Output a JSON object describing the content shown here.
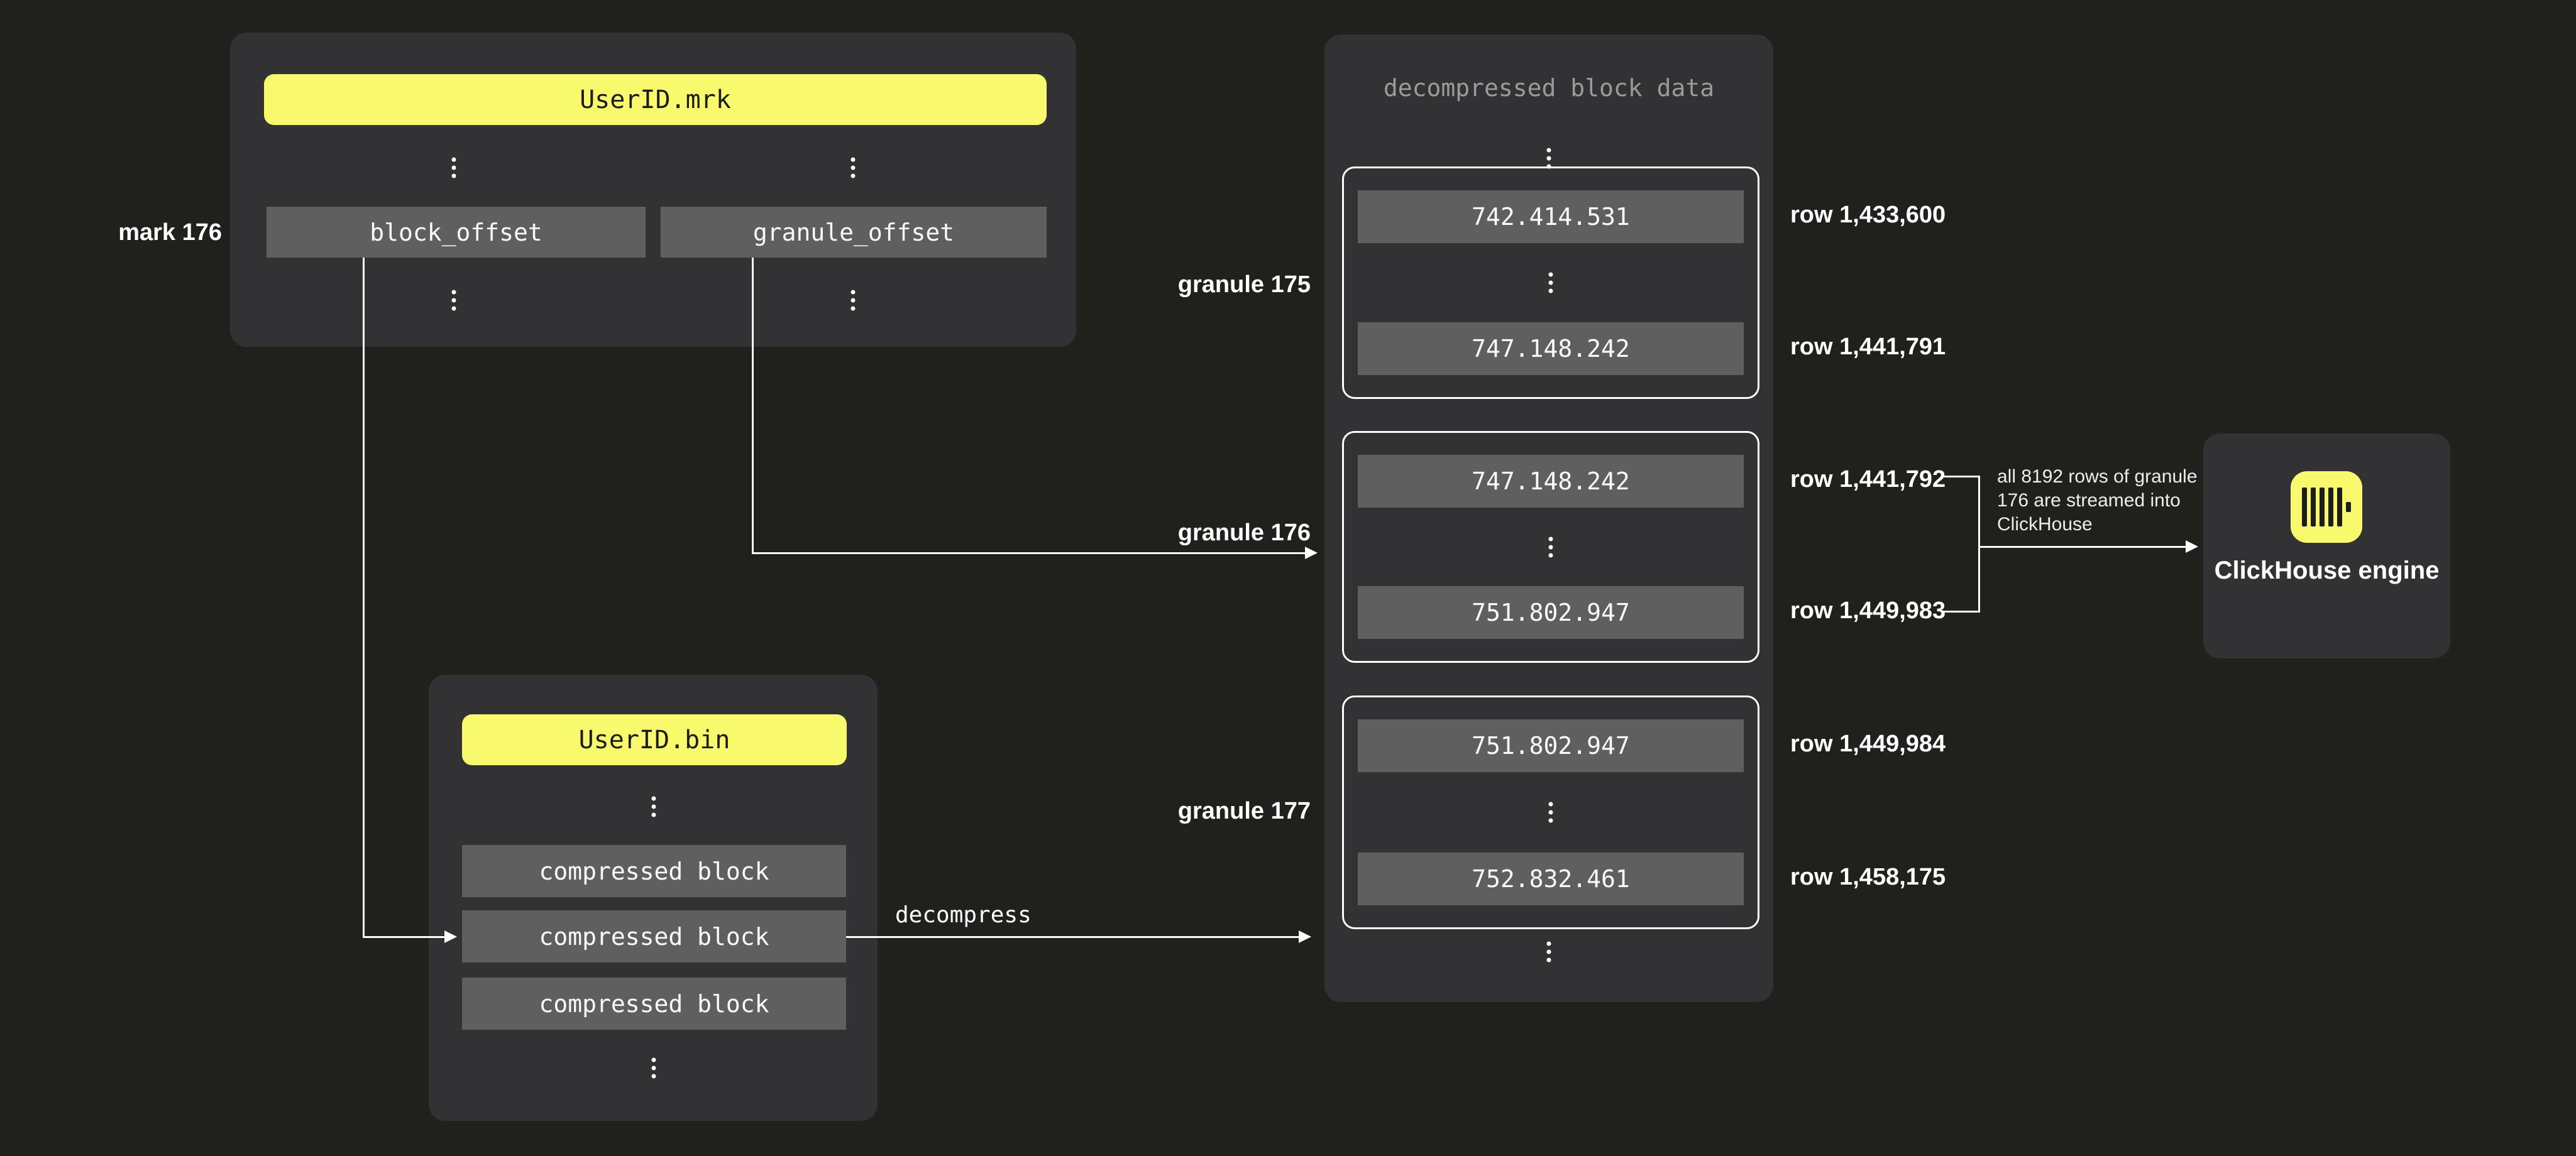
{
  "colors": {
    "canvas": "#20201c",
    "panel": "#323234",
    "cell": "#5f5f5f",
    "accent_yellow": "#f8f96d",
    "muted": "#9b9b9b"
  },
  "mrk_file": {
    "title": "UserID.mrk",
    "mark_label": "mark 176",
    "fields": [
      "block_offset",
      "granule_offset"
    ]
  },
  "bin_file": {
    "title": "UserID.bin",
    "blocks": [
      "compressed block",
      "compressed block",
      "compressed block"
    ],
    "decompress_label": "decompress"
  },
  "decompressed": {
    "title": "decompressed block data",
    "granules": [
      {
        "label": "granule 175",
        "first_value": "742.414.531",
        "last_value": "747.148.242",
        "first_row": "row 1,433,600",
        "last_row": "row 1,441,791"
      },
      {
        "label": "granule 176",
        "first_value": "747.148.242",
        "last_value": "751.802.947",
        "first_row": "row 1,441,792",
        "last_row": "row 1,449,983"
      },
      {
        "label": "granule 177",
        "first_value": "751.802.947",
        "last_value": "752.832.461",
        "first_row": "row 1,449,984",
        "last_row": "row 1,458,175"
      }
    ]
  },
  "annotation": {
    "lines": [
      "all 8192 rows of granule",
      "176 are streamed into",
      "ClickHouse"
    ]
  },
  "engine": {
    "label": "ClickHouse engine"
  }
}
